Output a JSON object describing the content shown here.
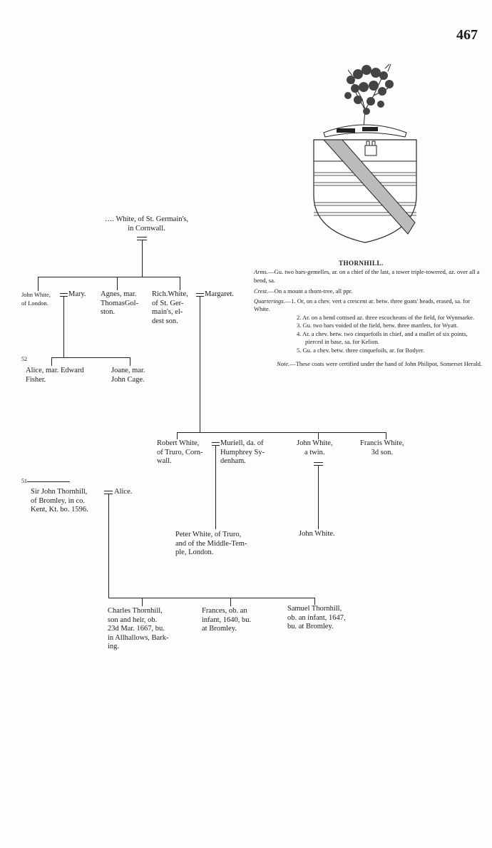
{
  "page_number": "467",
  "heraldry": {
    "heading": "THORNHILL.",
    "arms_label": "Arms.",
    "arms_text": "—Gu. two bars-gemelles, ar. on a chief of the last, a tower triple-towered, az. over all a bend, sa.",
    "crest_label": "Crest.",
    "crest_text": "—On a mount a thorn-tree, all ppr.",
    "quarterings_label": "Quarterings.",
    "quarterings": [
      "—1. Or, on a chev. vert a crescent ar. betw. three goats' heads, erased, sa. for White.",
      "2. Ar. on a bend cottised az. three escocheons of the field, for Wynmarke.",
      "3. Gu. two bars voided of the field, betw. three martlets, for Wyatt.",
      "4. Ar. a chev. betw. two cinquefoils in chief, and a mullet of six points, pierced in base, sa. for Kelion.",
      "5. Gu. a chev. betw. three cinquefoils, ar. for Bodyer."
    ],
    "note_label": "Note.",
    "note_text": "—These coats were certified under the hand of John Philipot, Somerset Herald."
  },
  "pedigree": {
    "root": "…. White, of St. Germain's,\nin Cornwall.",
    "gen1": {
      "john": "John White,",
      "john_place": "of London.",
      "mary": "Mary.",
      "agnes": "Agnes, mar.\nThomasGol-\nston.",
      "rich": "Rich.White,\nof St. Ger-\nmain's, el-\ndest son.",
      "margaret": "Margaret."
    },
    "gen2_london": {
      "alice": "Alice, mar. Edward\nFisher.",
      "joane": "Joane, mar.\nJohn Cage."
    },
    "gen2_germains": {
      "robert": "Robert White,\nof Truro, Corn-\nwall.",
      "muriell": "Muriell, da. of\nHumphrey Sy-\ndenham.",
      "john_twin": "John White,\na twin.",
      "francis": "Francis White,\n3d son."
    },
    "gen3": {
      "peter": "Peter White, of Truro,\nand of the Middle-Tem-\nple, London.",
      "john": "John White."
    },
    "thornhill": {
      "sir_john": "Sir John Thornhill,\nof Bromley, in co.\nKent, Kt. bo. 1596.",
      "alice": "Alice."
    },
    "gen4": {
      "charles": "Charles Thornhill,\nson and heir, ob.\n23d Mar. 1667, bu.\nin Allhallows, Bark-\ning.",
      "frances": "Frances, ob. an\ninfant, 1640, bu.\nat Bromley.",
      "samuel": "Samuel Thornhill,\nob. an infant, 1647,\nbu. at Bromley."
    },
    "markers": [
      "52",
      "51"
    ]
  }
}
